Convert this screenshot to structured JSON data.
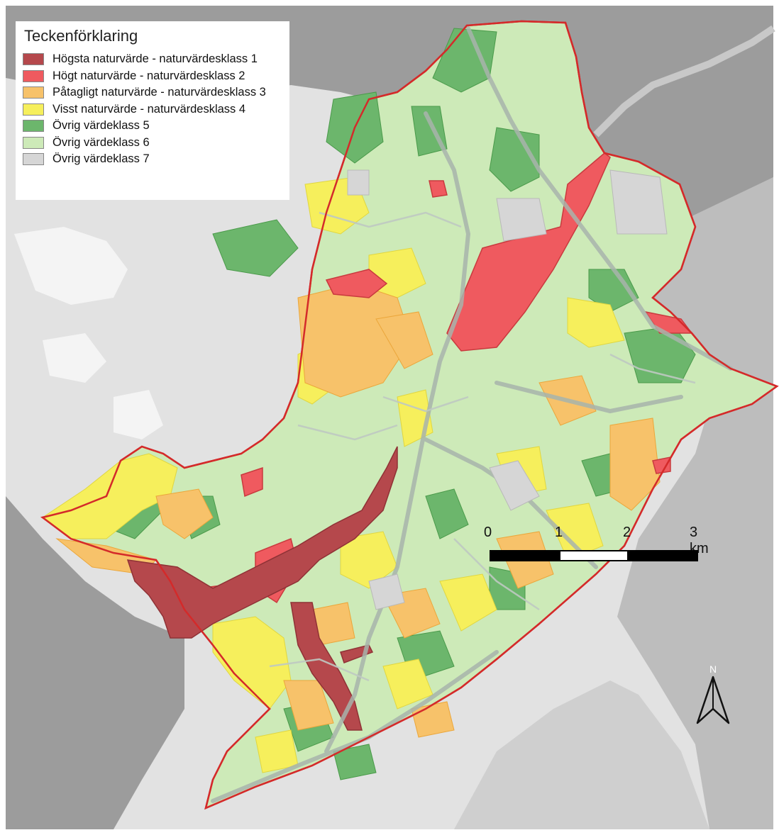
{
  "legend": {
    "title": "Teckenförklaring",
    "items": [
      {
        "label": "Högsta naturvärde - naturvärdesklass 1",
        "color": "#b5484c"
      },
      {
        "label": "Högt naturvärde - naturvärdesklass 2",
        "color": "#ef5a5f"
      },
      {
        "label": "Påtagligt naturvärde - naturvärdesklass 3",
        "color": "#f7c26a"
      },
      {
        "label": "Visst naturvärde - naturvärdesklass 4",
        "color": "#f6ef5c"
      },
      {
        "label": "Övrig värdeklass 5",
        "color": "#6cb66c"
      },
      {
        "label": "Övrig värdeklass 6",
        "color": "#cdeab8"
      },
      {
        "label": "Övrig värdeklass 7",
        "color": "#d6d6d6"
      }
    ]
  },
  "scalebar": {
    "ticks": [
      "0",
      "1",
      "2",
      "3 km"
    ]
  },
  "north_arrow": {
    "label": "N"
  },
  "colors": {
    "water": "#9a9a9a",
    "land_background": "#e4e4e4",
    "boundary": "#d42a2a",
    "road": "#a8b4ac"
  }
}
